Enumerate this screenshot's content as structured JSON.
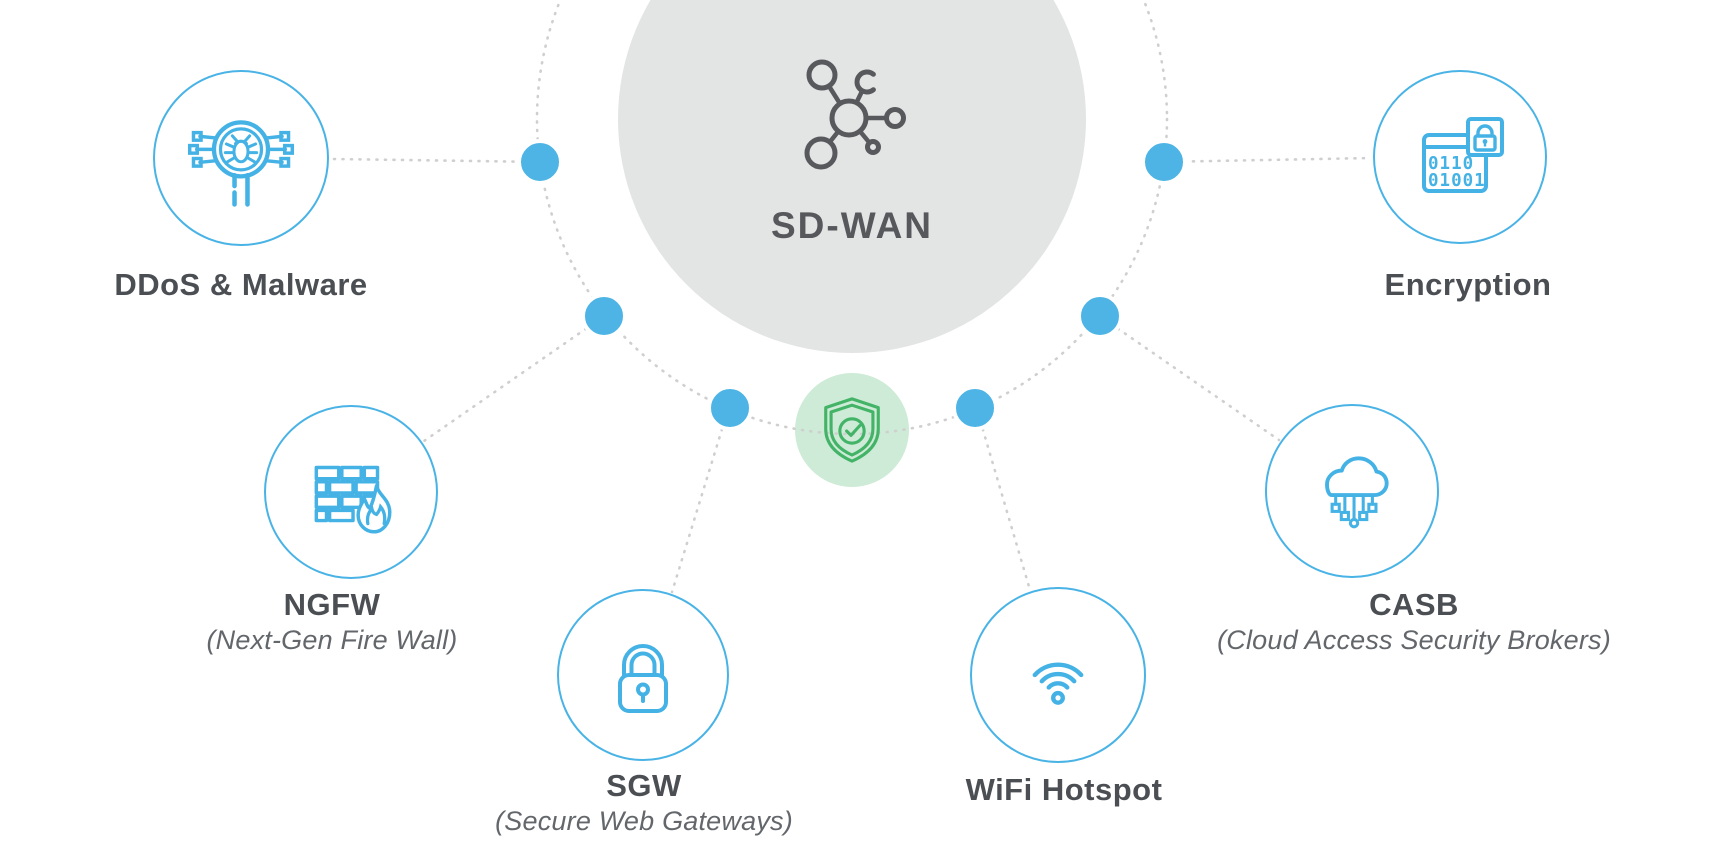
{
  "diagram": {
    "title": "SD-WAN",
    "center_icon": "network-nodes-icon",
    "security_badge_icon": "shield-check-icon",
    "nodes": [
      {
        "id": "ddos",
        "label": "DDoS & Malware",
        "sub": "",
        "icon": "malware-scan-icon"
      },
      {
        "id": "encryption",
        "label": "Encryption",
        "sub": "",
        "icon": "binary-lock-icon"
      },
      {
        "id": "ngfw",
        "label": "NGFW",
        "sub": "(Next-Gen Fire Wall)",
        "icon": "firewall-flame-icon"
      },
      {
        "id": "sgw",
        "label": "SGW",
        "sub": "(Secure Web Gateways)",
        "icon": "padlock-icon"
      },
      {
        "id": "wifi",
        "label": "WiFi Hotspot",
        "sub": "",
        "icon": "wifi-icon"
      },
      {
        "id": "casb",
        "label": "CASB",
        "sub": "(Cloud Access Security Brokers)",
        "icon": "cloud-circuit-icon"
      }
    ],
    "encryption_binary": {
      "line1": "0110",
      "line2": "01001"
    },
    "colors": {
      "accent_blue": "#49b3e6",
      "dot_blue": "#4db4e5",
      "hub_gray": "#e3e4e4",
      "hub_icon_gray": "#58595c",
      "green_background": "#cdebd6",
      "green_stroke": "#43b467",
      "label_dark": "#4b4f54",
      "sublabel_gray": "#63676b",
      "dotted_line_gray": "#cfcfcf"
    }
  }
}
